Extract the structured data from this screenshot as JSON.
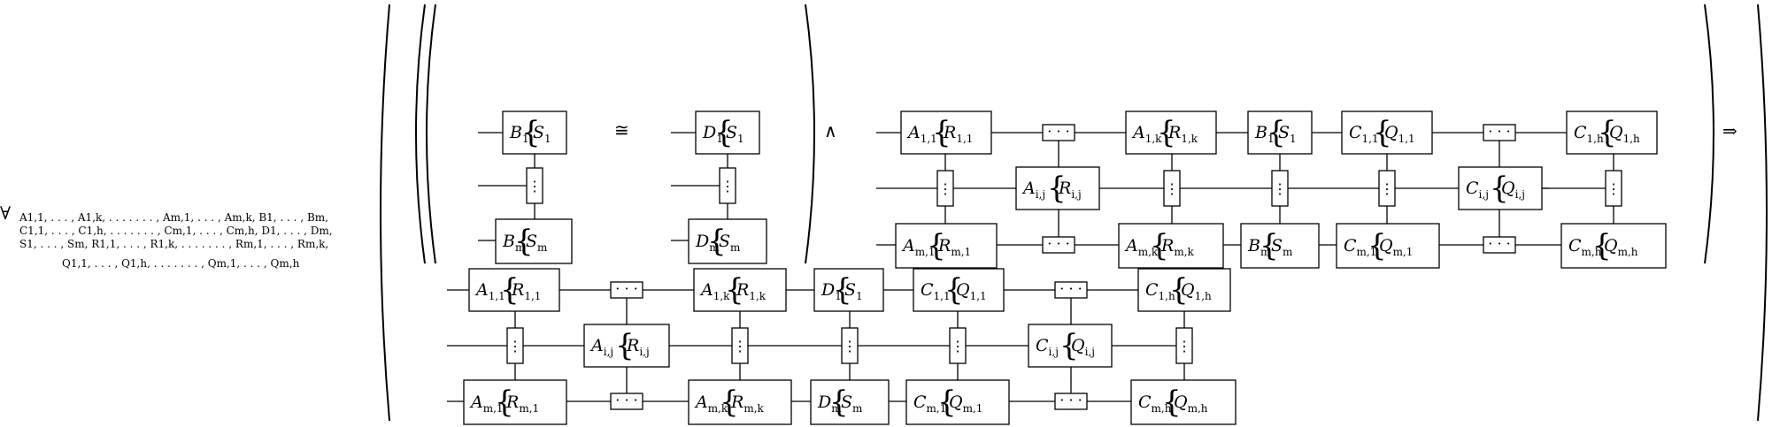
{
  "quantifier": {
    "symbol": "∀",
    "lines": [
      "A1,1, . . . , A1,k, . . . . . . . , Am,1, . . . , Am,k, B1, . . . , Bm,",
      "C1,1, . . . , C1,h, . . . . . . . , Cm,1, . . . , Cm,h, D1, . . . , Dm,",
      "S1, . . . , Sm, R1,1, . . . , R1,k, . . . . . . . , Rm,1, . . . , Rm,k,",
      "Q1,1, . . . , Q1,h, . . . . . . . , Qm,1, . . . , Qm,h"
    ]
  },
  "operators": {
    "iso": "≅",
    "and": "∧",
    "implies": "⇒"
  },
  "dots": {
    "h": "· · ·",
    "v": "⋮"
  },
  "left_eq": {
    "b": {
      "top": [
        "B",
        "1",
        "S",
        "1"
      ],
      "bot": [
        "B",
        "m",
        "S",
        "m"
      ]
    },
    "d": {
      "top": [
        "D",
        "1",
        "S",
        "1"
      ],
      "bot": [
        "D",
        "m",
        "S",
        "m"
      ]
    }
  },
  "grid": {
    "top": [
      {
        "cells": [
          "A",
          "1,1",
          "R",
          "1,1"
        ],
        "dots": "",
        "cells2": [
          "A",
          "1,k",
          "R",
          "1,k"
        ]
      },
      {
        "cells": [
          "B",
          "1",
          "S",
          "1"
        ]
      },
      {
        "cells": [
          "C",
          "1,1",
          "Q",
          "1,1"
        ],
        "cells2": [
          "C",
          "1,h",
          "Q",
          "1,h"
        ]
      }
    ],
    "mid": [
      [
        "A",
        "i,j",
        "R",
        "i,j"
      ],
      [
        "C",
        "i,j",
        "Q",
        "i,j"
      ]
    ],
    "bot": [
      {
        "cells": [
          "A",
          "m,1",
          "R",
          "m,1"
        ],
        "cells2": [
          "A",
          "m,k",
          "R",
          "m,k"
        ]
      },
      {
        "cells": [
          "B",
          "m",
          "S",
          "m"
        ]
      },
      {
        "cells": [
          "C",
          "m,1",
          "Q",
          "m,1"
        ],
        "cells2": [
          "C",
          "m,h",
          "Q",
          "m,h"
        ]
      }
    ]
  },
  "rhs": {
    "top": [
      [
        "A",
        "1,1",
        "R",
        "1,1"
      ],
      [
        "A",
        "1,k",
        "R",
        "1,k"
      ],
      [
        "D",
        "1",
        "S",
        "1"
      ],
      [
        "C",
        "1,1",
        "Q",
        "1,1"
      ],
      [
        "C",
        "1,h",
        "Q",
        "1,h"
      ]
    ],
    "mid": [
      [
        "A",
        "i,j",
        "R",
        "i,j"
      ],
      [
        "C",
        "i,j",
        "Q",
        "i,j"
      ]
    ],
    "bot": [
      [
        "A",
        "m,1",
        "R",
        "m,1"
      ],
      [
        "A",
        "m,k",
        "R",
        "m,k"
      ],
      [
        "D",
        "m",
        "S",
        "m"
      ],
      [
        "C",
        "m,1",
        "Q",
        "m,1"
      ],
      [
        "C",
        "m,h",
        "Q",
        "m,h"
      ]
    ]
  }
}
